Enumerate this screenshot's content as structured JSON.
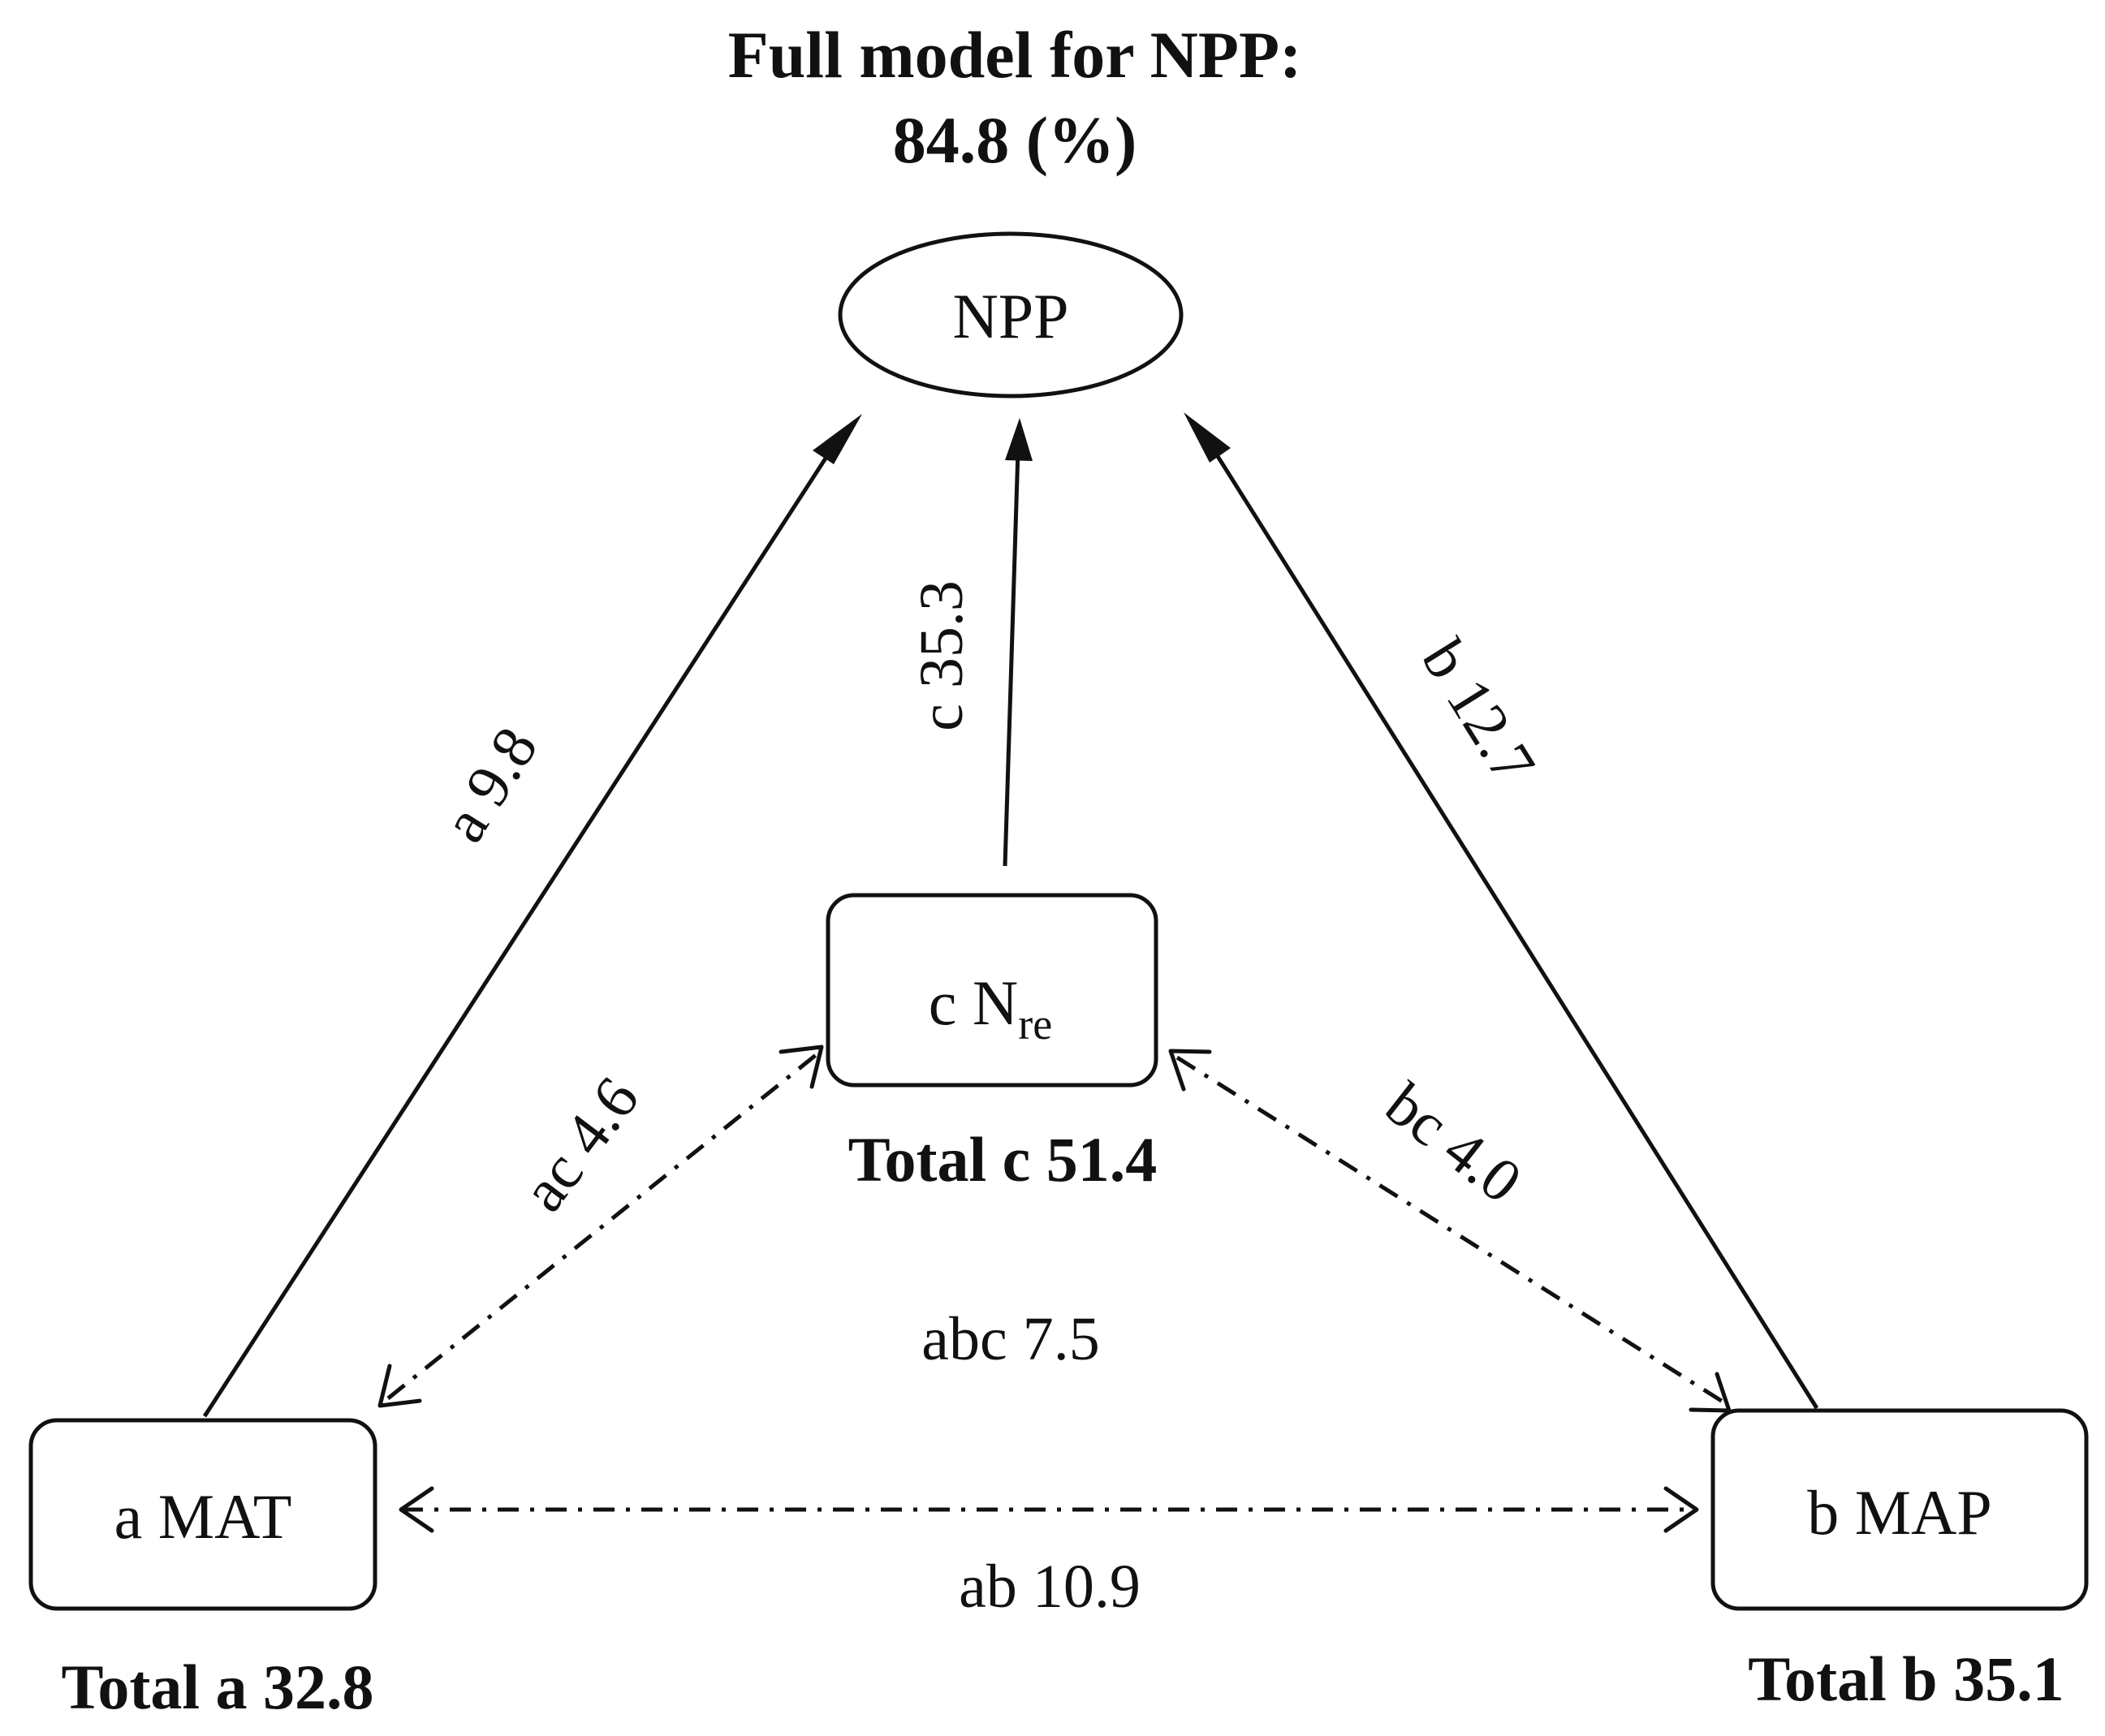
{
  "title": {
    "line1": "Full model for NPP:",
    "line2": "84.8 (%)"
  },
  "nodes": {
    "npp": {
      "label": "NPP"
    },
    "nre": {
      "prefix": "c N",
      "subscript": "re"
    },
    "mat": {
      "label": "a MAT"
    },
    "map": {
      "label": "b MAP"
    }
  },
  "edges": {
    "a": "a 9.8",
    "c": "c 35.3",
    "b": "b 12.7",
    "ac": "ac 4.6",
    "bc": "bc 4.0",
    "ab": "ab 10.9",
    "abc": "abc 7.5"
  },
  "totals": {
    "a": "Total a 32.8",
    "b": "Total b 35.1",
    "c": "Total c 51.4"
  }
}
